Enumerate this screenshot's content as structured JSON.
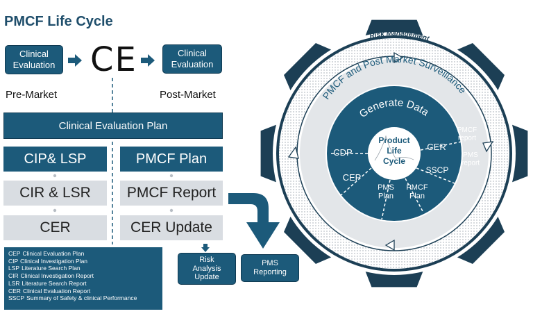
{
  "title": "PMCF Life Cycle",
  "premarket_box": "Clinical\nEvaluation",
  "ce_mark": "CE",
  "postmarket_box": "Clinical\nEvaluation",
  "pre_market_label": "Pre-Market",
  "post_market_label": "Post-Market",
  "plan_bar": "Clinical Evaluation Plan",
  "left_column": [
    "CIP& LSP",
    "CIR & LSR",
    "CER"
  ],
  "right_column": [
    "PMCF Plan",
    "PMCF Report",
    "CER Update"
  ],
  "risk_analysis": "Risk\nAnalysis\nUpdate",
  "pms_reporting": "PMS\nReporting",
  "legend": [
    {
      "abbr": "CEP",
      "text": "Clinical Evaluation Plan"
    },
    {
      "abbr": "CIP",
      "text": "Clinical Investigation Plan"
    },
    {
      "abbr": "LSP",
      "text": "Literature Search Plan"
    },
    {
      "abbr": "CIR",
      "text": "Clinical Investigation Report"
    },
    {
      "abbr": "LSR",
      "text": "Literature Search Report"
    },
    {
      "abbr": "CER",
      "text": "Clinical Evaluation Report"
    },
    {
      "abbr": "SSCP",
      "text": "Summary of Safety & clinical Performance"
    }
  ],
  "circle": {
    "risk_management": "Risk Management",
    "pmcf_pms": "PMCF and Post Market Surveillance",
    "generate_data": "Generate Data",
    "center": [
      "Product",
      "Life",
      "Cycle"
    ],
    "segments": [
      "CDP",
      "CER",
      "CEP",
      "SSCP",
      "PMS\nPlan",
      "PMCF\nPlan"
    ],
    "side_labels": [
      "PMCF\nreport",
      "PMS\nreport"
    ]
  },
  "colors": {
    "dark": "#1c5a7a",
    "grey": "#d9dde2",
    "title": "#1f4e6b"
  }
}
